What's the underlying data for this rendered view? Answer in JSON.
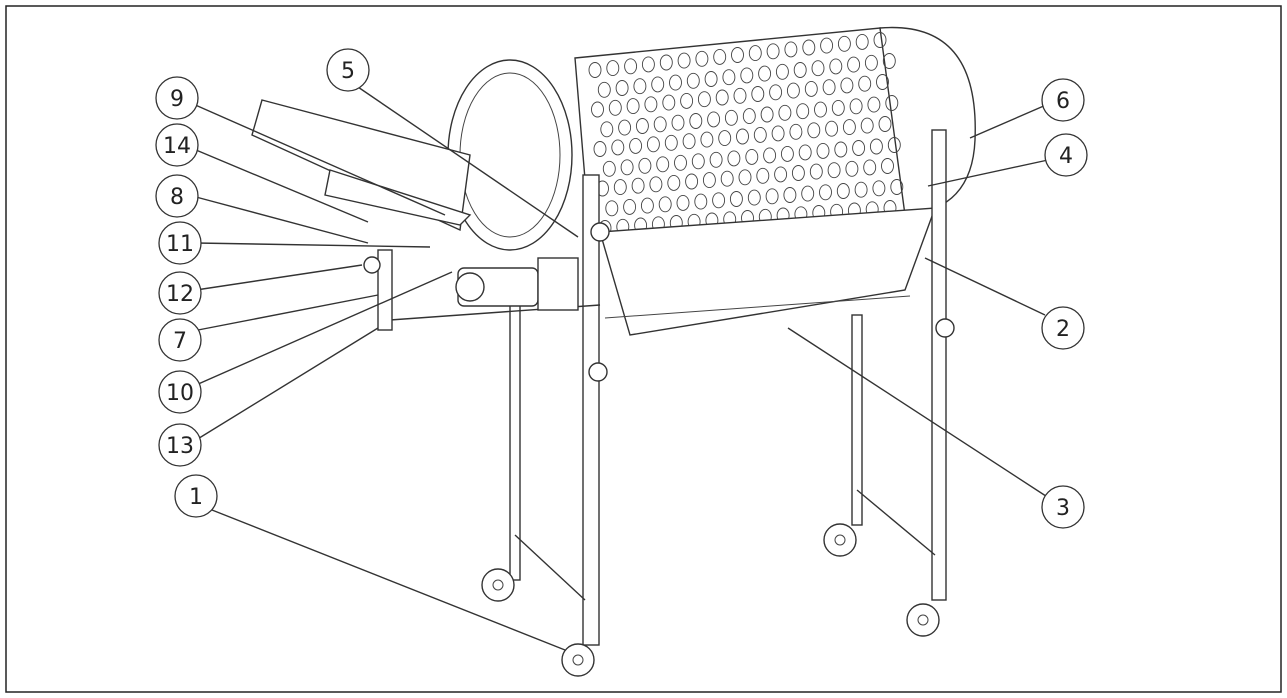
{
  "diagram": {
    "callouts": [
      {
        "id": "1",
        "label": "1"
      },
      {
        "id": "2",
        "label": "2"
      },
      {
        "id": "3",
        "label": "3"
      },
      {
        "id": "4",
        "label": "4"
      },
      {
        "id": "5",
        "label": "5"
      },
      {
        "id": "6",
        "label": "6"
      },
      {
        "id": "7",
        "label": "7"
      },
      {
        "id": "8",
        "label": "8"
      },
      {
        "id": "9",
        "label": "9"
      },
      {
        "id": "10",
        "label": "10"
      },
      {
        "id": "11",
        "label": "11"
      },
      {
        "id": "12",
        "label": "12"
      },
      {
        "id": "13",
        "label": "13"
      },
      {
        "id": "14",
        "label": "14"
      }
    ],
    "colors": {
      "line": "#333333",
      "background": "#ffffff",
      "border": "#222222"
    }
  }
}
